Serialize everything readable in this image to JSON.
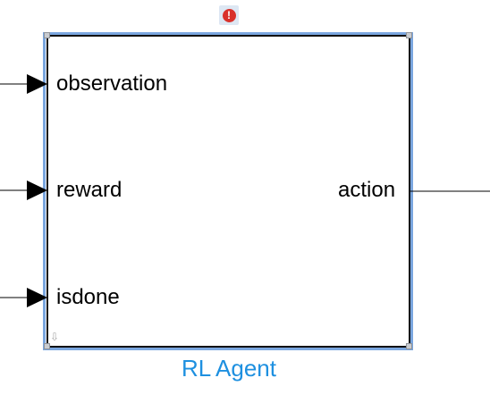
{
  "block": {
    "name": "RL Agent",
    "inputs": [
      "observation",
      "reward",
      "isdone"
    ],
    "outputs": [
      "action"
    ]
  },
  "badge": {
    "icon": "error-icon",
    "glyph": "!",
    "color": "#d9312b"
  },
  "colors": {
    "selection": "#7aa6df",
    "block_name": "#1e90e0",
    "border": "#111111"
  }
}
